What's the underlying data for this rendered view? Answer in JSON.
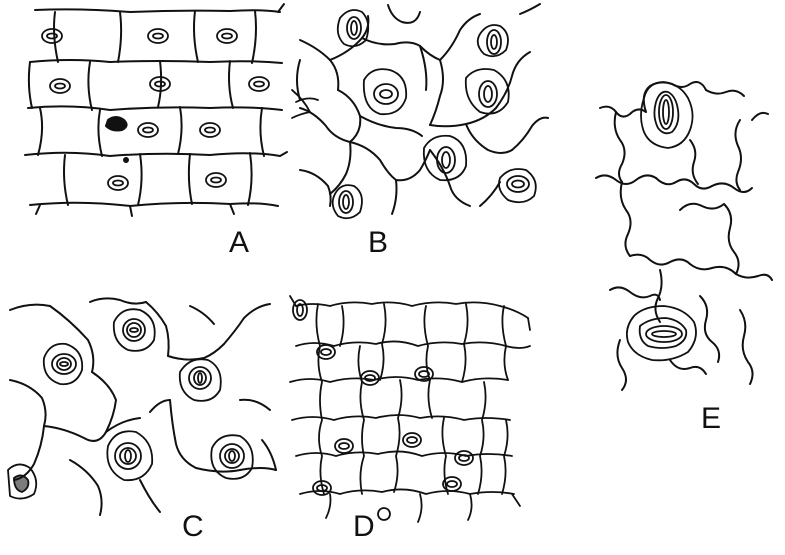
{
  "figure": {
    "panels": [
      {
        "id": "A",
        "label": "A"
      },
      {
        "id": "B",
        "label": "B"
      },
      {
        "id": "C",
        "label": "C"
      },
      {
        "id": "D",
        "label": "D"
      },
      {
        "id": "E",
        "label": "E"
      }
    ]
  },
  "colors": {
    "ink": "#111111",
    "background": "#ffffff"
  }
}
